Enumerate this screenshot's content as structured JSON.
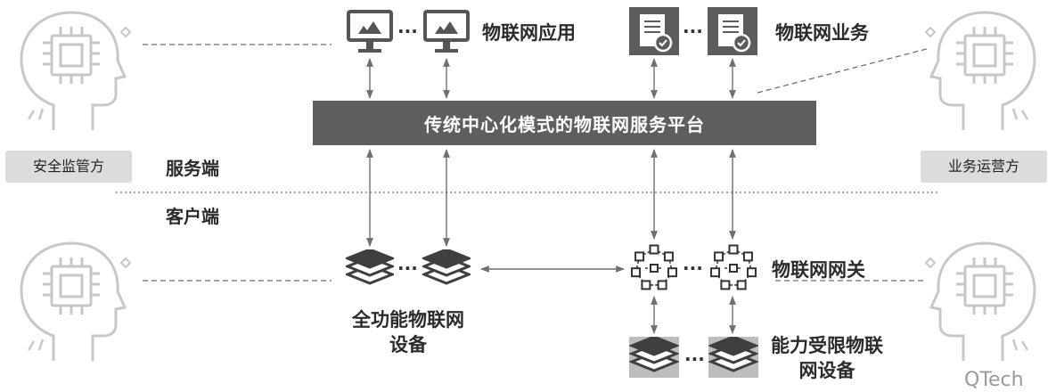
{
  "labels": {
    "iot_apps": "物联网应用",
    "iot_business": "物联网业务",
    "platform": "传统中心化模式的物联网服务平台",
    "security_regulator": "安全监管方",
    "business_operator": "业务运营方",
    "server_side": "服务端",
    "client_side": "客户端",
    "full_function_devices": "全功能物联网设备",
    "iot_gateway": "物联网网关",
    "constrained_devices": "能力受限物联网设备",
    "ellipsis": "...",
    "watermark": "QTech"
  },
  "icons": {
    "person": "ai-head-icon",
    "app": "monitor-icon",
    "business": "document-check-icon",
    "device": "layer-stack-icon",
    "gateway": "network-ring-icon"
  },
  "colors": {
    "platform_bg": "#5e5e5e",
    "label_box_bg": "#dcdcdc",
    "line": "#6f6f6f",
    "head": "#c7c7c7"
  }
}
